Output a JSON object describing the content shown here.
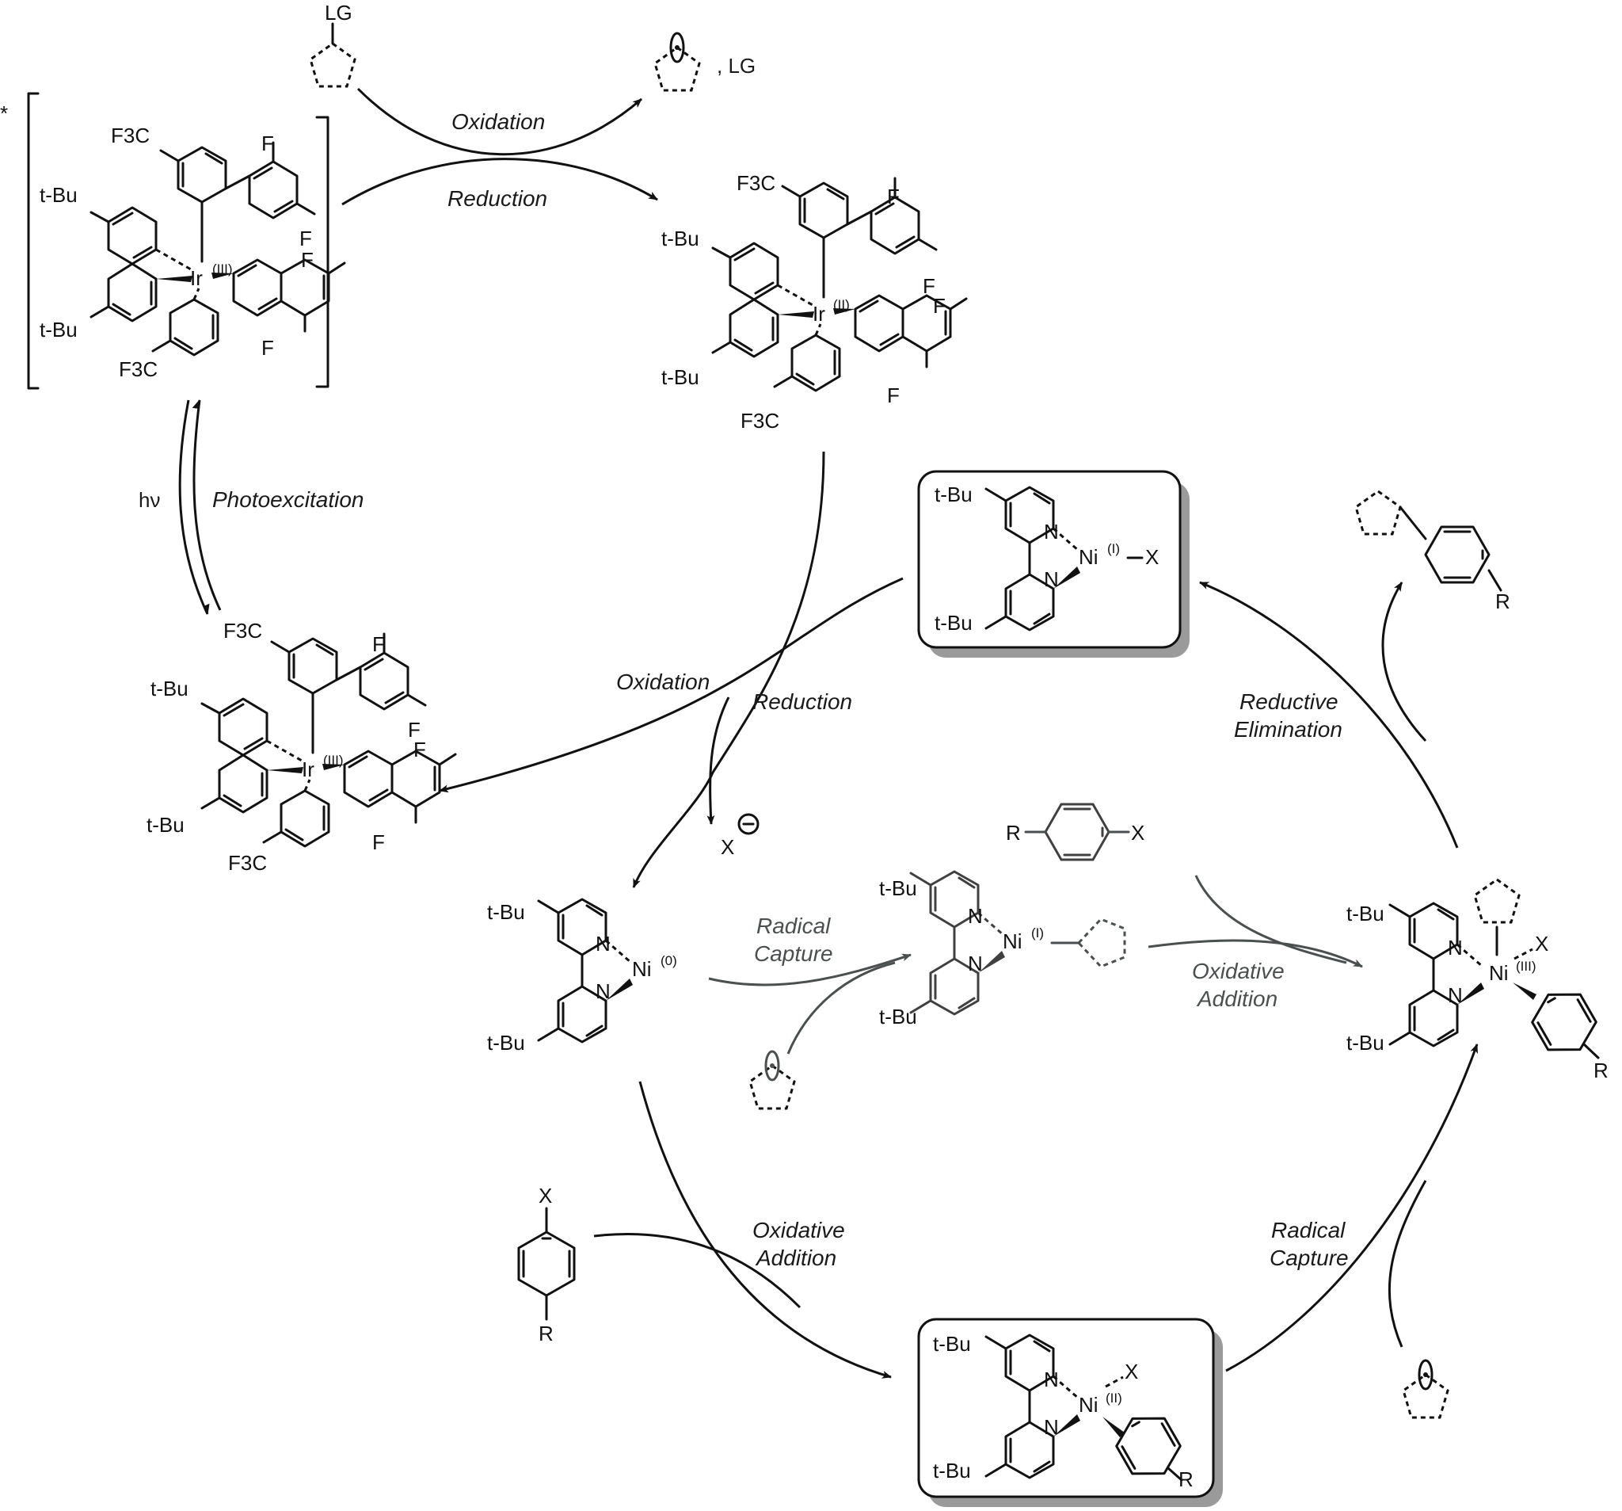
{
  "colors": {
    "ink": "#111111",
    "gray_path": "#4a4f4f",
    "box_shadow": "#9a9a9a",
    "background": "#ffffff"
  },
  "labels": {
    "LG": "LG",
    "LG_product": ", LG",
    "tBu": "t-Bu",
    "F3C": "F3C",
    "F": "F",
    "N": "N",
    "Ir": "Ir",
    "ox_III": "(III)",
    "ox_II": "(II)",
    "ox_I": "(I)",
    "ox_0": "(0)",
    "Ni": "Ni",
    "X": "X",
    "R": "R",
    "X_minus": "X",
    "star": "*",
    "hv": "hν"
  },
  "steps": {
    "oxidation_top": "Oxidation",
    "reduction_top": "Reduction",
    "photoexcitation": "Photoexcitation",
    "oxidation_mid": "Oxidation",
    "reduction_mid": "Reduction",
    "reductive_elimination_1": "Reductive",
    "reductive_elimination_2": "Elimination",
    "radical_capture_mid_1": "Radical",
    "radical_capture_mid_2": "Capture",
    "oxidative_addition_mid_1": "Oxidative",
    "oxidative_addition_mid_2": "Addition",
    "oxidative_addition_bottom_1": "Oxidative",
    "oxidative_addition_bottom_2": "Addition",
    "radical_capture_bottom_1": "Radical",
    "radical_capture_bottom_2": "Capture"
  }
}
